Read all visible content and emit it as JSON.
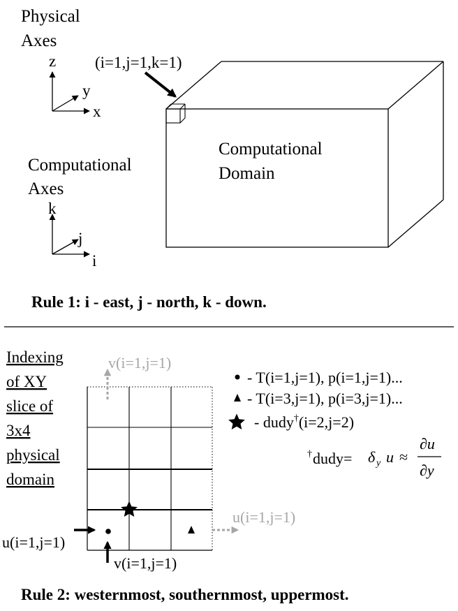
{
  "physical_axes": {
    "title_line1": "Physical",
    "title_line2": "Axes",
    "z": "z",
    "y": "y",
    "x": "x"
  },
  "corner_label": "(i=1,j=1,k=1)",
  "domain": {
    "line1": "Computational",
    "line2": "Domain"
  },
  "computational_axes": {
    "title_line1": "Computational",
    "title_line2": "Axes",
    "k": "k",
    "j": "j",
    "i": "i"
  },
  "rule1": "Rule 1: i - east, j - north, k - down.",
  "indexing": {
    "line1": "Indexing",
    "line2": "of XY",
    "line3": "slice of",
    "line4": "3x4",
    "line5": "physical",
    "line6": "domain"
  },
  "grid_labels": {
    "v_top": "v(i=1,j=1)",
    "u_right": "u(i=1,j=1)",
    "u_left": "u(i=1,j=1)",
    "v_bottom": "v(i=1,j=1)"
  },
  "legend": {
    "dot": "- T(i=1,j=1), p(i=1,j=1)...",
    "triangle": "- T(i=3,j=1), p(i=3,j=1)...",
    "star_prefix": "- dudy",
    "star_sup": "†",
    "star_suffix": "(i=2,j=2)"
  },
  "formula": {
    "dagger": "†",
    "lhs": "dudy=",
    "delta": "δ",
    "sub_y": "y",
    "u": "u",
    "approx": "≈",
    "num": "∂u",
    "den": "∂y"
  },
  "rule2": "Rule 2: westernmost, southernmost, uppermost.",
  "colors": {
    "ink": "#000000",
    "ghost": "#a6a6a6"
  }
}
